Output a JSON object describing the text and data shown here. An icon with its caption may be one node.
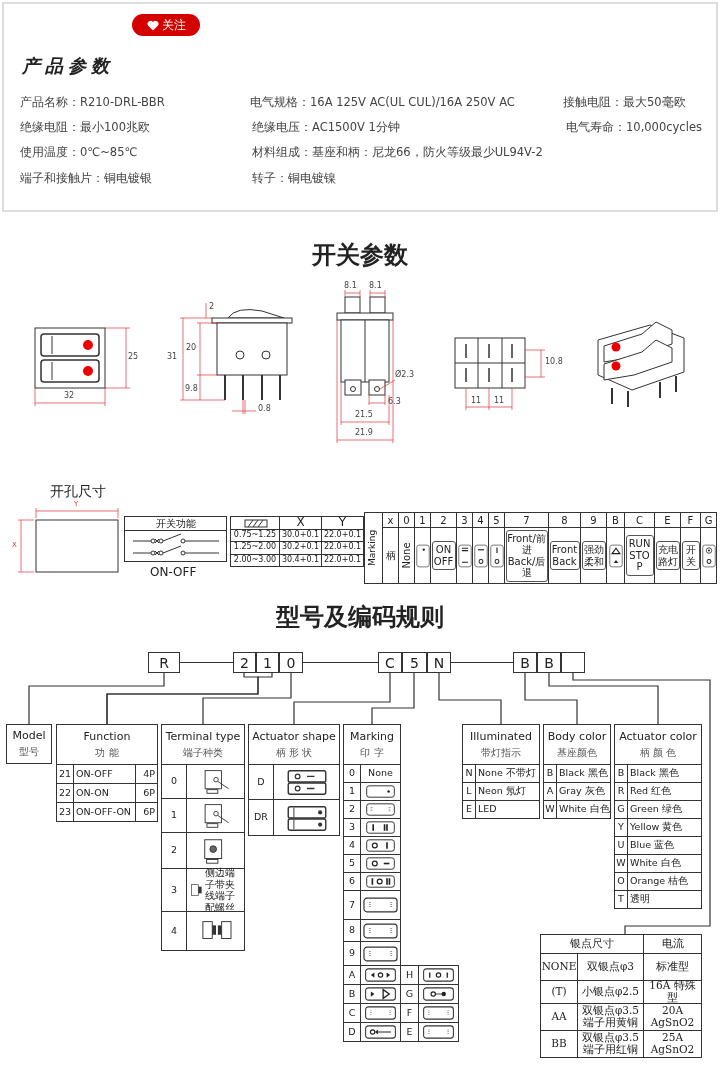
{
  "diagram": {
    "nodes": [
      {
        "text": [
          "R"
        ]
      },
      {
        "text": [
          "2"
        ]
      },
      {
        "text": [
          "1"
        ]
      },
      {
        "text": [
          "0"
        ]
      },
      {
        "text": [
          "C"
        ]
      },
      {
        "text": [
          "5"
        ]
      },
      {
        "text": [
          "N"
        ]
      },
      {
        "text": [
          "B"
        ]
      },
      {
        "text": [
          "B"
        ]
      },
      {
        "text": [],
        "shape": "box"
      },
      {
        "text": [
          "Model",
          "型号"
        ]
      },
      {
        "text": [
          "Function",
          "功 能",
          "21",
          "ON-OFF",
          "4P",
          "22",
          "ON-ON",
          "6P",
          "23",
          "ON-OFF-ON",
          "6P"
        ]
      },
      {
        "text": [
          "Terminal type",
          "端子种类",
          "0",
          "1",
          "2",
          "3",
          "侧边端子带夹线端子配螺丝",
          "4"
        ]
      },
      {
        "text": [
          "Actuator shape",
          "柄 形 状",
          "D",
          "DR"
        ]
      },
      {
        "text": [
          "Marking",
          "印 字",
          "0",
          "None",
          "1",
          "2",
          "3",
          "4",
          "5",
          "6",
          "7",
          "8",
          "9",
          "A",
          "H",
          "B",
          "G",
          "C",
          "F",
          "D",
          "E"
        ]
      },
      {
        "text": [
          "Illuminated",
          "带灯指示",
          "N",
          "None 不带灯",
          "L",
          "Neon 氖灯",
          "E",
          "LED"
        ]
      },
      {
        "text": [
          "Body color",
          "基座颜色",
          "B",
          "Black 黑色",
          "A",
          "Gray 灰色",
          "W",
          "White 白色"
        ]
      },
      {
        "text": [
          "Actuator color",
          "柄 颜 色",
          "B",
          "Black 黑色",
          "R",
          "Red 红色",
          "G",
          "Green 绿色",
          "Y",
          "Yellow 黄色",
          "U",
          "Blue 蓝色",
          "W",
          "White 白色",
          "O",
          "Orange 桔色",
          "T",
          "透明"
        ]
      },
      {
        "text": [
          "银点尺寸",
          "电流",
          "NONE",
          "双银点φ3",
          "标准型",
          "(T)",
          "小银点φ2.5",
          "16A 特殊型",
          "AA",
          "双银点φ3.5 端子用黄铜",
          "20A AgSnO2",
          "BB",
          "双银点φ3.5 端子用红铜",
          "25A AgSnO2"
        ]
      },
      {
        "text": [
          "开关功能"
        ],
        "beside": [
          "ON-OFF"
        ]
      }
    ],
    "edges": [
      {
        "from": 0,
        "to": 1,
        "arrow": "none"
      },
      {
        "from": 3,
        "to": 4,
        "arrow": "none"
      },
      {
        "from": 6,
        "to": 7,
        "arrow": "none"
      },
      {
        "from": 0,
        "to": 10,
        "arrow": "none"
      },
      {
        "from": 1,
        "to": 11,
        "arrow": "none"
      },
      {
        "from": 2,
        "to": 11,
        "arrow": "none"
      },
      {
        "from": 3,
        "to": 12,
        "arrow": "none"
      },
      {
        "from": 4,
        "to": 13,
        "arrow": "none"
      },
      {
        "from": 5,
        "to": 14,
        "arrow": "none"
      },
      {
        "from": 6,
        "to": 15,
        "arrow": "none"
      },
      {
        "from": 7,
        "to": 16,
        "arrow": "none"
      },
      {
        "from": 8,
        "to": 17,
        "arrow": "none"
      },
      {
        "from": 9,
        "to": 18,
        "arrow": "none"
      }
    ],
    "labels": [
      "关注",
      "产品参数",
      "产品名称：R210-DRL-BBR",
      "电气规格：16A 125V AC(UL CUL)/16A 250V AC",
      "接触电阻：最大50毫欧",
      "绝缘电阻：最小100兆欧",
      "绝缘电压：AC1500V 1分钟",
      "电气寿命：10,000cycles",
      "使用温度：0℃~85℃",
      "材料组成：基座和柄：尼龙66，防火等级最少UL94V-2",
      "端子和接触片：铜电镀银",
      "转子：铜电镀镍",
      "开关参数",
      "25",
      "32",
      "2",
      "20",
      "31",
      "9.8",
      "0.8",
      "8.1",
      "8.1",
      "Ø2.3",
      "6.3",
      "21.5",
      "21.9",
      "10.8",
      "11",
      "11",
      "开孔尺寸",
      "Y",
      "X",
      "X",
      "Y",
      "0.75~1.25",
      "30.0+0.1",
      "22.0+0.1",
      "1.25~2.00",
      "30.2+0.1",
      "22.0+0.1",
      "2.00~3.00",
      "30.4+0.1",
      "22.0+0.1",
      "Marking",
      "x",
      "0",
      "1",
      "2",
      "3",
      "4",
      "5",
      "7",
      "8",
      "9",
      "B",
      "C",
      "E",
      "F",
      "G",
      "柄",
      "None",
      "ON OFF",
      "Front/前进 Back/后退",
      "Front Back",
      "强劲柔和",
      "RUN STOP",
      "充电路灯",
      "开关",
      "型号及编码规则"
    ]
  }
}
